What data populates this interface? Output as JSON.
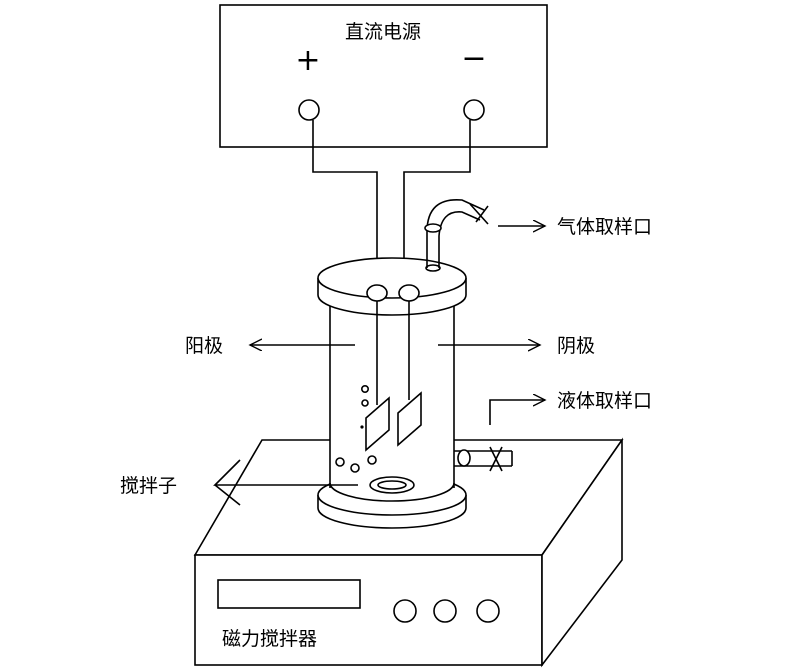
{
  "power_supply": {
    "label": "直流电源",
    "positive_symbol": "+",
    "negative_symbol": "−"
  },
  "labels": {
    "gas_sampling_port": "气体取样口",
    "anode": "阳极",
    "cathode": "阴极",
    "liquid_sampling_port": "液体取样口",
    "stir_bar": "搅拌子",
    "magnetic_stirrer": "磁力搅拌器"
  }
}
